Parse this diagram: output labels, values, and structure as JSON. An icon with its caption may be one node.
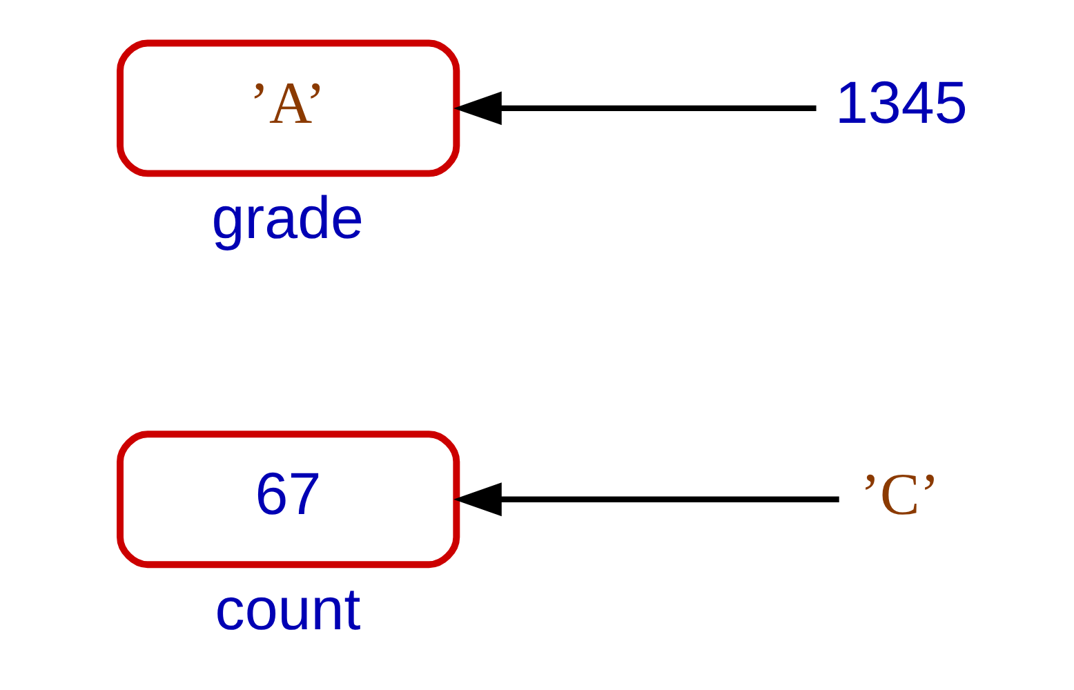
{
  "diagram": {
    "nodes": [
      {
        "text": [
          "67"
        ],
        "beside": [
          "count"
        ]
      },
      {
        "text": [
          "’C’"
        ]
      },
      {
        "text": [
          "’A’"
        ],
        "beside": [
          "grade"
        ]
      },
      {
        "text": [
          "1345"
        ]
      }
    ],
    "edges": [
      {
        "from": 1,
        "to": 0,
        "arrow": "to"
      },
      {
        "from": 3,
        "to": 2,
        "arrow": "to"
      }
    ]
  }
}
